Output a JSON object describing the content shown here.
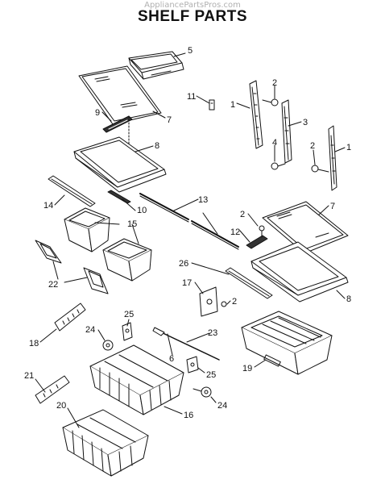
{
  "header": {
    "watermark": "AppliancePartsPros.com",
    "title": "SHELF PARTS"
  },
  "callouts": [
    {
      "id": "c5",
      "label": "5"
    },
    {
      "id": "c7a",
      "label": "7"
    },
    {
      "id": "c9",
      "label": "9"
    },
    {
      "id": "c8a",
      "label": "8"
    },
    {
      "id": "c11",
      "label": "11"
    },
    {
      "id": "c1a",
      "label": "1"
    },
    {
      "id": "c2a",
      "label": "2"
    },
    {
      "id": "c3",
      "label": "3"
    },
    {
      "id": "c4",
      "label": "4"
    },
    {
      "id": "c2b",
      "label": "2"
    },
    {
      "id": "c1b",
      "label": "1"
    },
    {
      "id": "c14",
      "label": "14"
    },
    {
      "id": "c10",
      "label": "10"
    },
    {
      "id": "c13",
      "label": "13"
    },
    {
      "id": "c15",
      "label": "15"
    },
    {
      "id": "c2c",
      "label": "2"
    },
    {
      "id": "c7b",
      "label": "7"
    },
    {
      "id": "c12",
      "label": "12"
    },
    {
      "id": "c22",
      "label": "22"
    },
    {
      "id": "c26",
      "label": "26"
    },
    {
      "id": "c17",
      "label": "17"
    },
    {
      "id": "c2d",
      "label": "2"
    },
    {
      "id": "c8b",
      "label": "8"
    },
    {
      "id": "c25a",
      "label": "25"
    },
    {
      "id": "c18",
      "label": "18"
    },
    {
      "id": "c24a",
      "label": "24"
    },
    {
      "id": "c23",
      "label": "23"
    },
    {
      "id": "c6",
      "label": "6"
    },
    {
      "id": "c19",
      "label": "19"
    },
    {
      "id": "c25b",
      "label": "25"
    },
    {
      "id": "c21",
      "label": "21"
    },
    {
      "id": "c24b",
      "label": "24"
    },
    {
      "id": "c16",
      "label": "16"
    },
    {
      "id": "c20",
      "label": "20"
    }
  ]
}
